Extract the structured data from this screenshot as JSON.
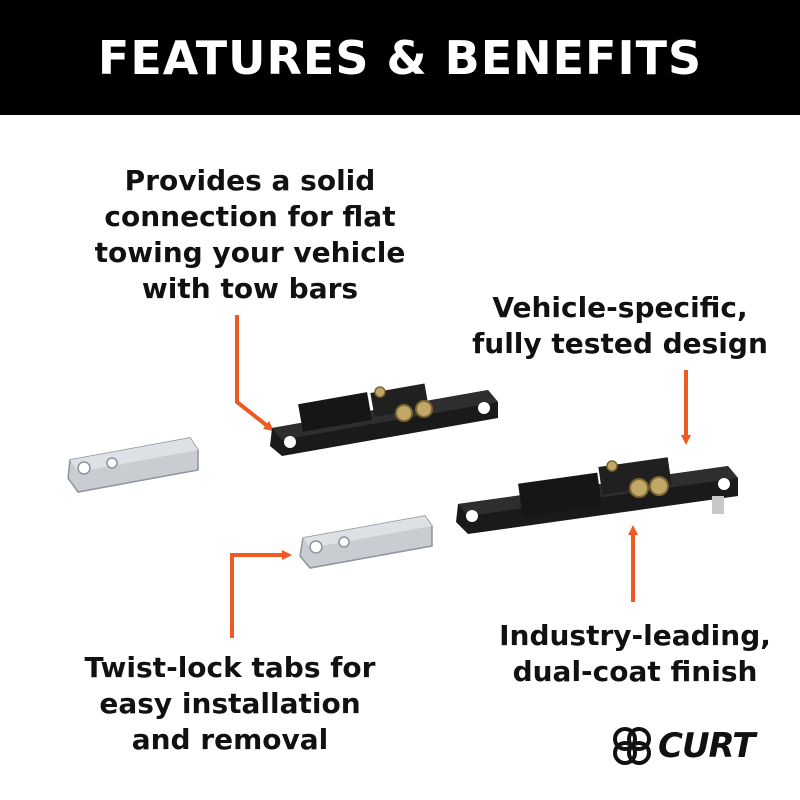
{
  "header": {
    "title": "FEATURES & BENEFITS"
  },
  "callouts": {
    "solid_connection": [
      "Provides a solid",
      "connection for flat",
      "towing your vehicle",
      "with tow bars"
    ],
    "vehicle_specific": [
      "Vehicle-specific,",
      "fully tested design"
    ],
    "twist_lock": [
      "Twist-lock tabs for",
      "easy installation",
      "and removal"
    ],
    "finish": [
      "Industry-leading,",
      "dual-coat finish"
    ]
  },
  "brand": {
    "logo_text": "CURT"
  },
  "colors": {
    "header_bg": "#000000",
    "arrow": "#ee5a24",
    "bracket": "#111111",
    "tab": "#c9cdd2"
  },
  "icons": [
    "curt-emblem-icon"
  ]
}
